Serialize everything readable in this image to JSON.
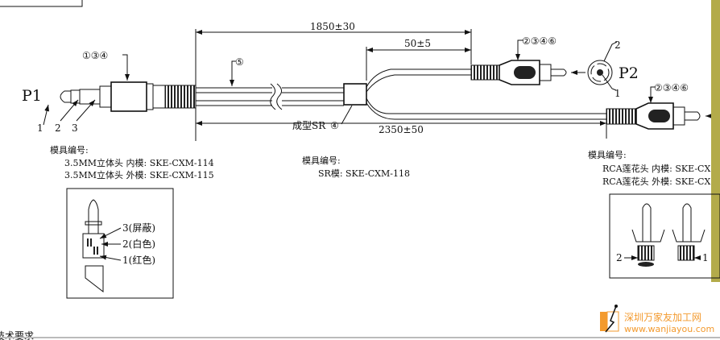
{
  "dimensions": {
    "overall": "1850±30",
    "branch": "50±5",
    "long_branch": "2350±50"
  },
  "labels": {
    "p1": "P1",
    "p2": "P2",
    "p1_pins": [
      "1",
      "2",
      "3"
    ],
    "p2_pins": [
      "2",
      "1"
    ],
    "bubble_plug": "①③④",
    "bubble_cable": "⑤",
    "bubble_rca1": "②③④⑥",
    "bubble_rca2": "②③④⑥",
    "molding": "成型SR",
    "molding_bubble": "④"
  },
  "notes": {
    "left": {
      "title": "模具编号:",
      "lines": [
        "3.5MM立体头 内模: SKE-CXM-114",
        "3.5MM立体头 外模: SKE-CXM-115"
      ]
    },
    "middle": {
      "title": "模具编号:",
      "lines": [
        "SR模: SKE-CXM-118"
      ]
    },
    "right": {
      "title": "模具编号:",
      "lines": [
        "RCA莲花头 内模: SKE-CX",
        "RCA莲花头 外模: SKE-CX"
      ]
    }
  },
  "inset_left": {
    "labels": [
      "3(屏蔽)",
      "2(白色)",
      "1(红色)"
    ]
  },
  "inset_right": {
    "labels": [
      "2",
      "1"
    ]
  },
  "footer_text": "技术要求",
  "logo": {
    "name": "深圳万家友加工网",
    "url": "www.wanjiayou.com"
  },
  "colors": {
    "ink": "#111111",
    "logo": "#f39a2e",
    "sidebar": "#b3ab4a"
  }
}
